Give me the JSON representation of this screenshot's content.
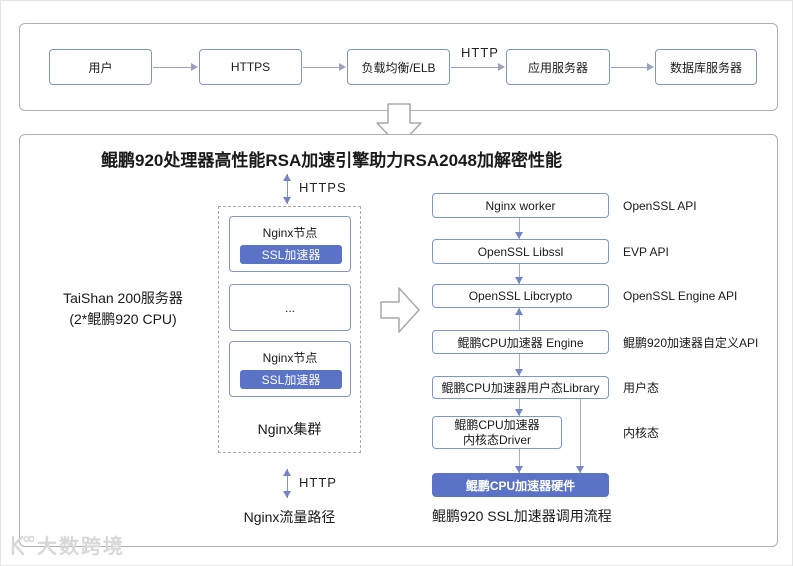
{
  "title": "鲲鹏920处理器高性能RSA加速引擎助力RSA2048加解密性能",
  "top_flow": {
    "nodes": [
      "用户",
      "HTTPS",
      "负载均衡/ELB",
      "应用服务器",
      "数据库服务器"
    ],
    "link_label": "HTTP"
  },
  "left_flow": {
    "https_label": "HTTPS",
    "server_line1": "TaiShan 200服务器",
    "server_line2": "(2*鲲鹏920 CPU)",
    "cluster": {
      "node1_label": "Nginx节点",
      "node1_accel": "SSL加速器",
      "ellipsis": "...",
      "node2_label": "Nginx节点",
      "node2_accel": "SSL加速器",
      "caption": "Nginx集群"
    },
    "http_label": "HTTP",
    "caption": "Nginx流量路径"
  },
  "call_stack": {
    "boxes": [
      {
        "label": "Nginx worker",
        "api": "OpenSSL API"
      },
      {
        "label": "OpenSSL Libssl",
        "api": "EVP API"
      },
      {
        "label": "OpenSSL Libcrypto",
        "api": "OpenSSL Engine API"
      },
      {
        "label": "鲲鹏CPU加速器 Engine",
        "api": "鲲鹏920加速器自定义API"
      },
      {
        "label": "鲲鹏CPU加速器用户态Library",
        "api": "用户态"
      },
      {
        "label_line1": "鲲鹏CPU加速器",
        "label_line2": "内核态Driver",
        "api": "内核态"
      },
      {
        "label": "鲲鹏CPU加速器硬件"
      }
    ],
    "caption": "鲲鹏920 SSL加速器调用流程"
  },
  "watermark": "大数跨境",
  "colors": {
    "accent_blue": "#5A73C6",
    "box_border_blue": "#7E96D0",
    "arrow_line": "#9FACDC",
    "arrow_head": "#7384C8",
    "panel_border": "#AFAFAF"
  }
}
